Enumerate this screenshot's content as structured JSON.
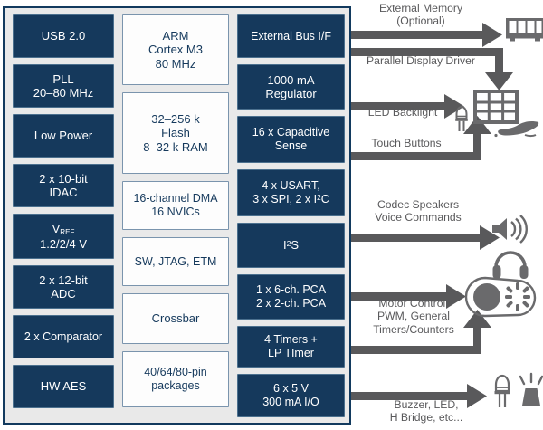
{
  "diagram": {
    "title_visible": false,
    "colors": {
      "block_dark": "#15395c",
      "block_light": "#fdfdfd",
      "package_fill": "#e9e9e9",
      "package_border": "#123a5e",
      "arrow": "#59595b",
      "label_text": "#59595b"
    }
  },
  "chip": {
    "left_column": [
      {
        "id": "usb",
        "label": "USB 2.0",
        "style": "dark"
      },
      {
        "id": "pll",
        "label": "PLL\n20–80 MHz",
        "style": "dark"
      },
      {
        "id": "low-power",
        "label": "Low Power",
        "style": "dark"
      },
      {
        "id": "idac",
        "label": "2 x 10-bit\nIDAC",
        "style": "dark"
      },
      {
        "id": "vref",
        "label": "VREF\n1.2/2/4 V",
        "style": "dark"
      },
      {
        "id": "adc",
        "label": "2 x 12-bit\nADC",
        "style": "dark"
      },
      {
        "id": "comparator",
        "label": "2 x Comparator",
        "style": "dark"
      },
      {
        "id": "hw-aes",
        "label": "HW AES",
        "style": "dark"
      }
    ],
    "middle_column": [
      {
        "id": "cpu",
        "label": "ARM\nCortex M3\n80 MHz",
        "style": "light"
      },
      {
        "id": "memory",
        "label": "32–256 k\nFlash\n8–32 k RAM",
        "style": "light"
      },
      {
        "id": "dma",
        "label": "16-channel DMA\n16 NVICs",
        "style": "light"
      },
      {
        "id": "debug",
        "label": "SW, JTAG, ETM",
        "style": "light"
      },
      {
        "id": "crossbar",
        "label": "Crossbar",
        "style": "light"
      },
      {
        "id": "packages",
        "label": "40/64/80-pin\npackages",
        "style": "light"
      }
    ],
    "right_column": [
      {
        "id": "ext-bus",
        "label": "External Bus I/F",
        "style": "dark"
      },
      {
        "id": "regulator",
        "label": "1000 mA\nRegulator",
        "style": "dark"
      },
      {
        "id": "cap-sense",
        "label": "16 x Capacitive\nSense",
        "style": "dark"
      },
      {
        "id": "serial",
        "label": "4 x USART,\n3 x SPI, 2 x I2C",
        "style": "dark"
      },
      {
        "id": "i2s",
        "label": "I2S",
        "style": "dark"
      },
      {
        "id": "pca",
        "label": "1 x 6-ch. PCA\n2 x 2-ch. PCA",
        "style": "dark"
      },
      {
        "id": "timers",
        "label": "4 Timers +\nLP TImer",
        "style": "dark"
      },
      {
        "id": "io",
        "label": "6 x 5 V\n300 mA I/O",
        "style": "dark"
      }
    ]
  },
  "peripherals": [
    {
      "id": "external-memory",
      "label": "External Memory\n(Optional)",
      "icon": "memory-module-icon",
      "direction": "out"
    },
    {
      "id": "parallel-display",
      "label": "Parallel Display Driver",
      "icon": "display-grid-icon",
      "direction": "out"
    },
    {
      "id": "led-backlight",
      "label": "LED Backlight",
      "icon": "led-icon",
      "direction": "out"
    },
    {
      "id": "touch-buttons",
      "label": "Touch Buttons",
      "icon": "hand-touch-icon",
      "direction": "in"
    },
    {
      "id": "codec-audio",
      "label": "Codec Speakers\nVoice Commands",
      "icon": "speaker-headphones-icon",
      "direction": "out"
    },
    {
      "id": "motor-control",
      "label": "Motor Control,\nPWM, General\nTimers/Counters",
      "icon": "motor-belt-icon",
      "direction": "both"
    },
    {
      "id": "buzzer-led",
      "label": "Buzzer, LED,\nH Bridge, etc...",
      "icon": "led-buzzer-icon",
      "direction": "out"
    }
  ]
}
